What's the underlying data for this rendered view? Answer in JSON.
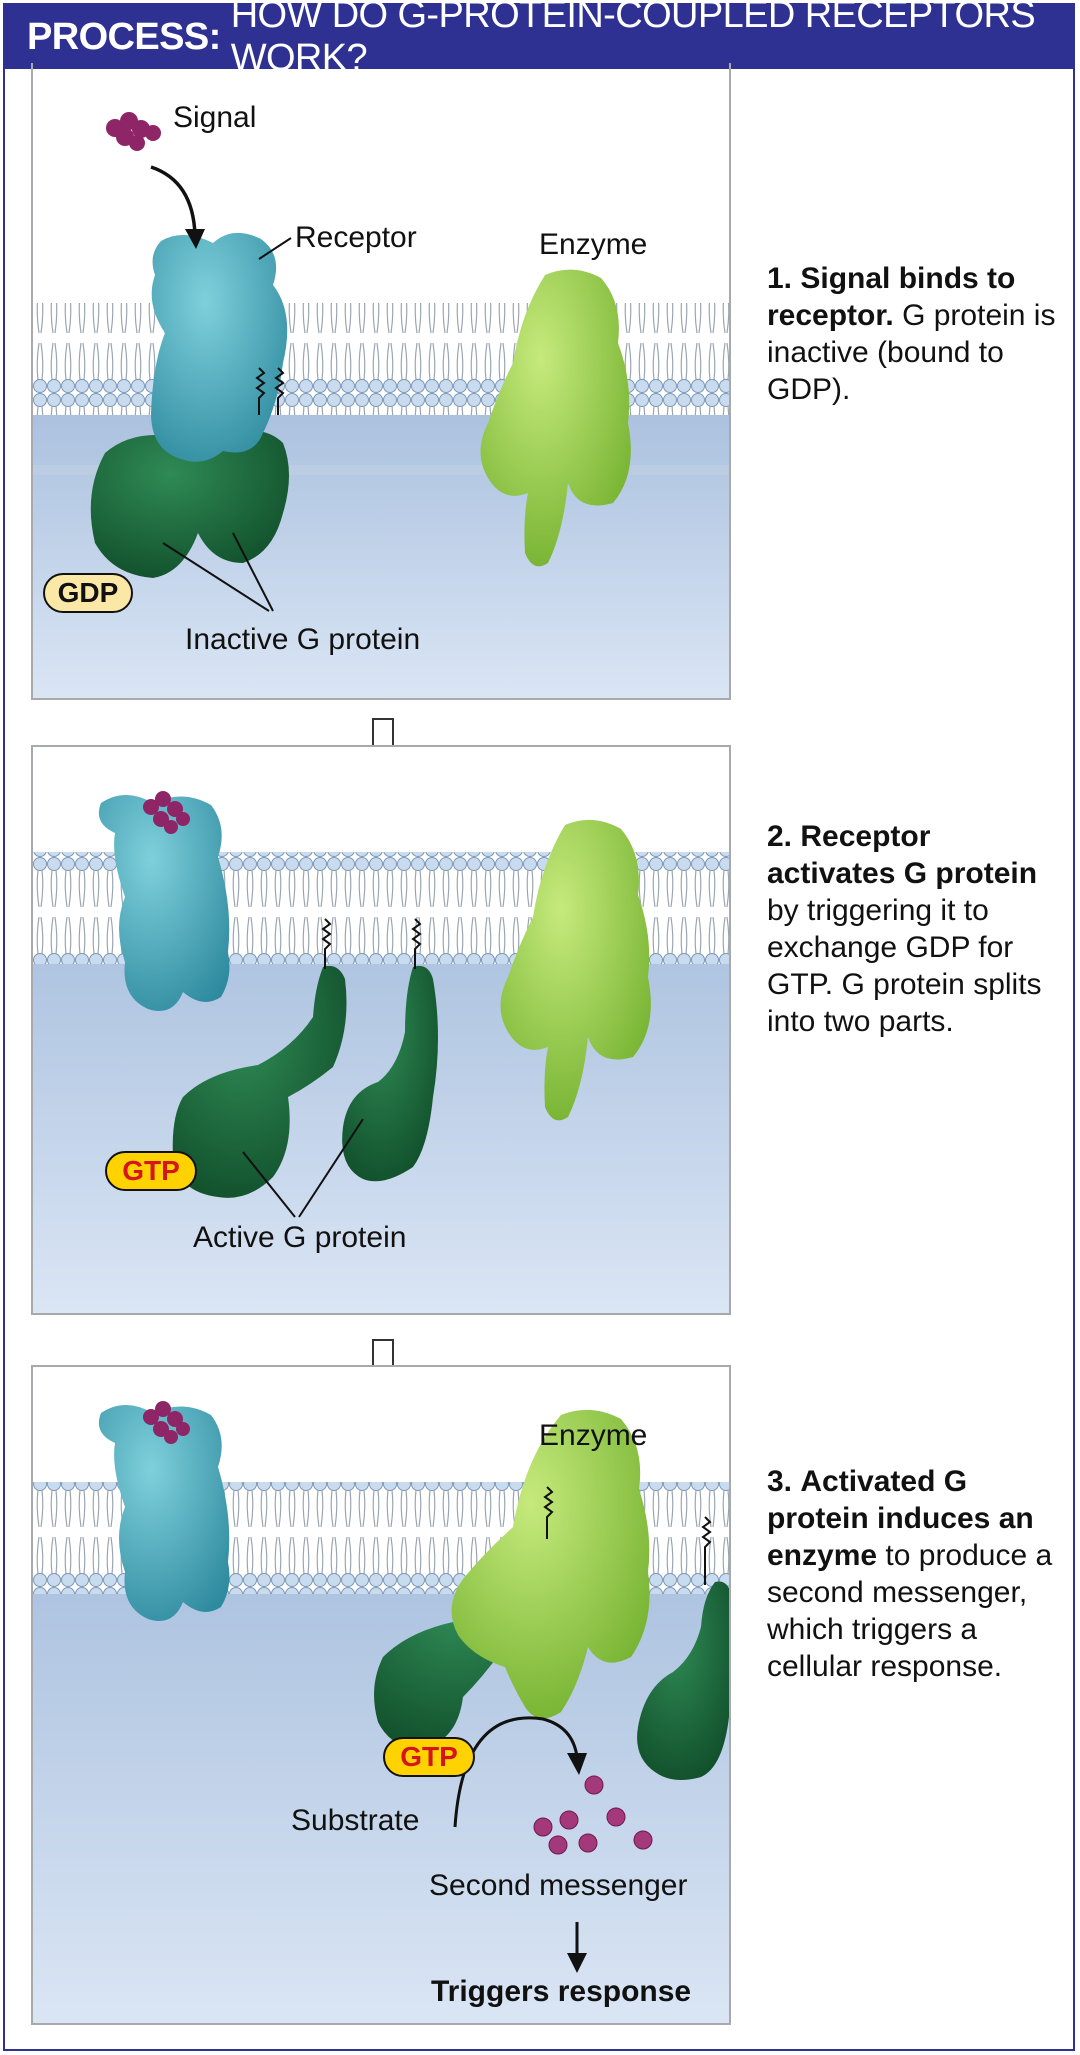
{
  "header": {
    "title_bold": "PROCESS:",
    "title_rest": "HOW DO G-PROTEIN-COUPLED RECEPTORS WORK?",
    "color": "#2e3192"
  },
  "panel1": {
    "signal_label": "Signal",
    "receptor_label": "Receptor",
    "enzyme_label": "Enzyme",
    "gdp_label": "GDP",
    "gprotein_label": "Inactive G protein"
  },
  "panel2": {
    "gtp_label": "GTP",
    "gprotein_label": "Active G protein"
  },
  "panel3": {
    "enzyme_label": "Enzyme",
    "gtp_label": "GTP",
    "substrate_label": "Substrate",
    "messenger_label": "Second messenger",
    "response_label": "Triggers response"
  },
  "steps": [
    {
      "num": "1.",
      "bold": "Signal binds to receptor.",
      "pre": "",
      "post": "G protein is inactive (bound to GDP)."
    },
    {
      "num": "2.",
      "bold": "Receptor activates G protein",
      "pre": "",
      "post": "by triggering it to exchange GDP for GTP. G protein splits into two parts."
    },
    {
      "num": "3.",
      "bold": "Activated G protein induces an enzyme",
      "pre": "",
      "post": "to produce a second messenger, which triggers a cellular response."
    }
  ],
  "colors": {
    "receptor": "#3fa6b8",
    "gprotein": "#1c6b3c",
    "enzyme": "#9dd24a",
    "signal": "#8e2566",
    "membrane": "#b3c8e2",
    "cytoplasm": "#c9d8ee",
    "gtp_fill": "#ffd200",
    "gtp_text": "#d4161b",
    "gdp_fill": "#fbe7a6"
  },
  "icons": [
    "signal-molecule-icon",
    "receptor-protein-icon",
    "g-protein-icon",
    "enzyme-protein-icon",
    "down-arrow-icon",
    "curved-arrow-icon"
  ]
}
